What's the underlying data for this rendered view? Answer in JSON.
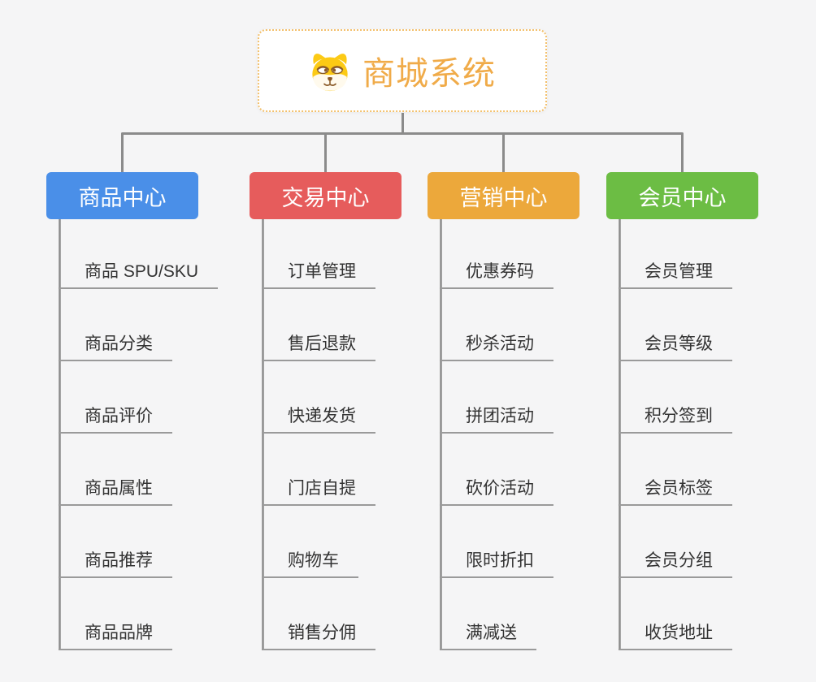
{
  "root": {
    "title": "商城系统",
    "icon": "dog-face-icon",
    "title_color": "#f0ab49",
    "border_color": "#f3c06c"
  },
  "branches": [
    {
      "id": "product-center",
      "label": "商品中心",
      "color": "#4a8fe8",
      "children": [
        "商品 SPU/SKU",
        "商品分类",
        "商品评价",
        "商品属性",
        "商品推荐",
        "商品品牌"
      ]
    },
    {
      "id": "trade-center",
      "label": "交易中心",
      "color": "#e65c5c",
      "children": [
        "订单管理",
        "售后退款",
        "快递发货",
        "门店自提",
        "购物车",
        "销售分佣"
      ]
    },
    {
      "id": "marketing-center",
      "label": "营销中心",
      "color": "#eca83b",
      "children": [
        "优惠券码",
        "秒杀活动",
        "拼团活动",
        "砍价活动",
        "限时折扣",
        "满减送"
      ]
    },
    {
      "id": "member-center",
      "label": "会员中心",
      "color": "#6cbd44",
      "children": [
        "会员管理",
        "会员等级",
        "积分签到",
        "会员标签",
        "会员分组",
        "收货地址"
      ]
    }
  ],
  "colors": {
    "connector": "#8b8b8b",
    "child_underline": "#9a9a9a",
    "child_text": "#333333",
    "background": "#f5f5f6"
  }
}
